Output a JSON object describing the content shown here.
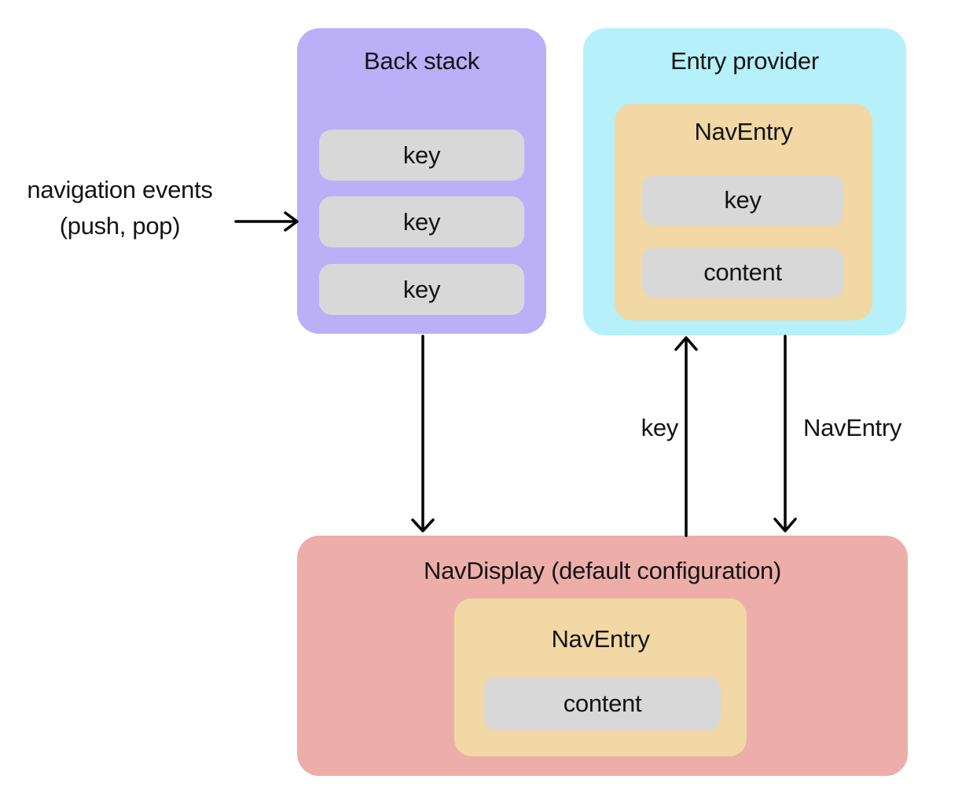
{
  "diagram": {
    "external_label": {
      "line1": "navigation events",
      "line2": "(push, pop)"
    },
    "back_stack": {
      "title": "Back stack",
      "keys": [
        "key",
        "key",
        "key"
      ]
    },
    "entry_provider": {
      "title": "Entry provider",
      "nav_entry": {
        "title": "NavEntry",
        "key": "key",
        "content": "content"
      }
    },
    "nav_display": {
      "title": "NavDisplay (default configuration)",
      "nav_entry": {
        "title": "NavEntry",
        "content": "content"
      }
    },
    "arrow_labels": {
      "key": "key",
      "nav_entry": "NavEntry"
    },
    "colors": {
      "purple": "#bbaff8",
      "cyan": "#b6f0fa",
      "orange": "#f2d8a5",
      "gray": "#d8d8d8",
      "pink": "#edaeaa",
      "line": "#000000"
    }
  }
}
